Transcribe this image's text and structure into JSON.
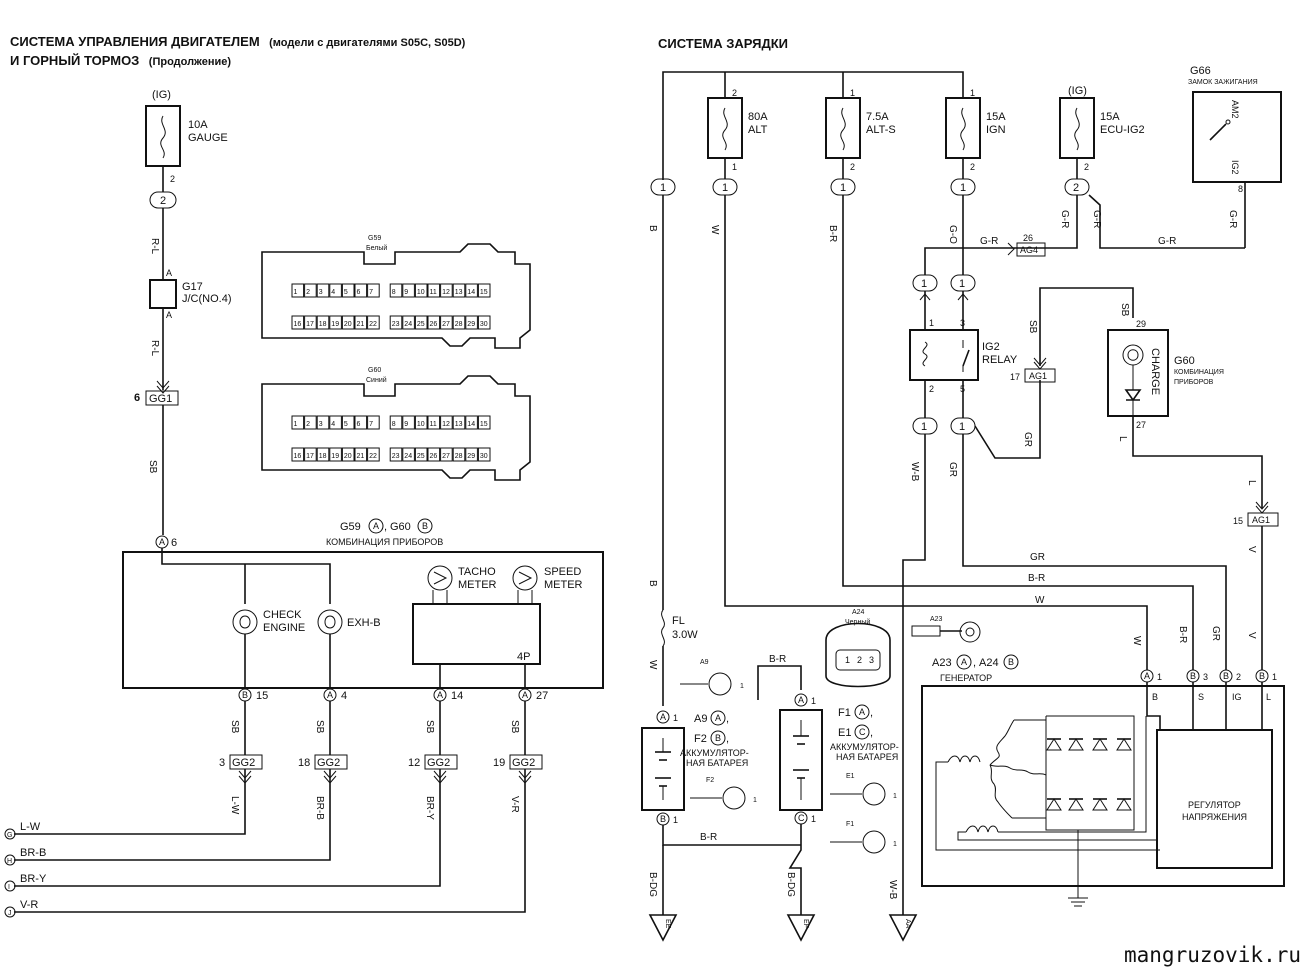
{
  "left": {
    "title_line1_bold": "СИСТЕМА УПРАВЛЕНИЯ ДВИГАТЕЛЕМ",
    "title_line1_normal": "(модели с двигателями S05C, S05D)",
    "title_line2_bold": "И ГОРНЫЙ ТОРМОЗ",
    "title_line2_normal": "(Продолжение)",
    "ig": "(IG)",
    "fuse_amp": "10A",
    "fuse_name": "GAUGE",
    "pin2": "2",
    "conn_num": "2",
    "wire_rl": "R-L",
    "jc_pin_a": "A",
    "jc_name": "G17",
    "jc_desc": "J/C(NO.4)",
    "gg1_pin": "6",
    "gg1": "GG1",
    "wire_sb": "SB",
    "meter_title_g59": "G59",
    "meter_title_g60": "G60",
    "meter_title_sep": ",",
    "meter_desc": "КОМБИНАЦИЯ ПРИБОРОВ",
    "circle_a": "A",
    "circle_b": "B",
    "meter_in_pin": "6",
    "check_engine_1": "CHECK",
    "check_engine_2": "ENGINE",
    "exhb": "EXH-B",
    "tacho_1": "TACHO",
    "tacho_2": "METER",
    "speed_1": "SPEED",
    "speed_2": "METER",
    "module": "4P",
    "pins": [
      "15",
      "4",
      "14",
      "27"
    ],
    "gg2_pins": [
      "3",
      "18",
      "12",
      "19"
    ],
    "gg2": "GG2",
    "wires_down": [
      "L-W",
      "BR-B",
      "BR-Y",
      "V-R"
    ],
    "outputs": [
      {
        "letter": "G",
        "wire": "L-W"
      },
      {
        "letter": "H",
        "wire": "BR-B"
      },
      {
        "letter": "I",
        "wire": "BR-Y"
      },
      {
        "letter": "J",
        "wire": "V-R"
      }
    ],
    "g59_name": "G59",
    "g59_color": "Белый",
    "g60_name": "G60",
    "g60_color": "Синий",
    "conn_row1": [
      "1",
      "2",
      "3",
      "4",
      "5",
      "6",
      "7",
      "8",
      "9",
      "10",
      "11",
      "12",
      "13",
      "14",
      "15"
    ],
    "conn_row2": [
      "16",
      "17",
      "18",
      "19",
      "20",
      "21",
      "22",
      "23",
      "24",
      "25",
      "26",
      "27",
      "28",
      "29",
      "30"
    ]
  },
  "right": {
    "title": "СИСТЕМА ЗАРЯДКИ",
    "fuses": [
      {
        "amp": "80A",
        "name": "ALT"
      },
      {
        "amp": "7.5A",
        "name": "ALT-S"
      },
      {
        "amp": "15A",
        "name": "IGN"
      },
      {
        "amp": "15A",
        "name": "ECU-IG2"
      }
    ],
    "ig": "(IG)",
    "pin_1": "1",
    "pin_2": "2",
    "conn_1": "1",
    "conn_2": "2",
    "wire_b": "B",
    "wire_w": "W",
    "wire_br": "B-R",
    "wire_go": "G-O",
    "wire_gr": "G-R",
    "wire_gr2": "GR",
    "wire_sb": "SB",
    "wire_wb": "W-B",
    "wire_l": "L",
    "wire_v": "V",
    "wire_bdg": "B-DG",
    "ag4_pin": "26",
    "ag4": "AG4",
    "ag1": "AG1",
    "ag1_pin_17": "17",
    "ag1_pin_15": "15",
    "ign_switch_id": "G66",
    "ign_switch": "ЗАМОК ЗАЖИГАНИЯ",
    "am2": "AM2",
    "ig2": "IG2",
    "pin_8": "8",
    "relay_name_1": "IG2",
    "relay_name_2": "RELAY",
    "relay_pins": [
      "1",
      "3",
      "2",
      "5"
    ],
    "charge": "CHARGE",
    "charge_pin_top": "29",
    "charge_pin_bot": "27",
    "charge_id": "G60",
    "charge_desc_1": "КОМБИНАЦИЯ",
    "charge_desc_2": "ПРИБОРОВ",
    "fl": "FL",
    "fl_val": "3.0W",
    "a9": "A9",
    "a24": "A24",
    "a24_color": "Черный",
    "a23": "A23",
    "gen_ids": "A23",
    "gen_ids_2": "A24",
    "gen_name": "ГЕНЕРАТОР",
    "batt1_ids": "A9",
    "batt1_ids_2": "F2",
    "batt2_ids": "F1",
    "batt2_ids_2": "E1",
    "batt_name_1": "АККУМУЛЯТОР-",
    "batt_name_2": "НАЯ БАТАРЕЯ",
    "f1": "F1",
    "f2": "F2",
    "e1": "E1",
    "circle_a": "A",
    "circle_b": "B",
    "circle_c": "C",
    "gen_terms": [
      "B",
      "S",
      "IG",
      "L"
    ],
    "gen_term_pins": [
      "1",
      "3",
      "2",
      "1"
    ],
    "regulator_1": "РЕГУЛЯТОР",
    "regulator_2": "НАПРЯЖЕНИЯ",
    "grounds": [
      "EE",
      "EF",
      "AA"
    ],
    "a24_pins": [
      "1",
      "2",
      "3"
    ]
  },
  "watermark": "mangruzovik.ru"
}
